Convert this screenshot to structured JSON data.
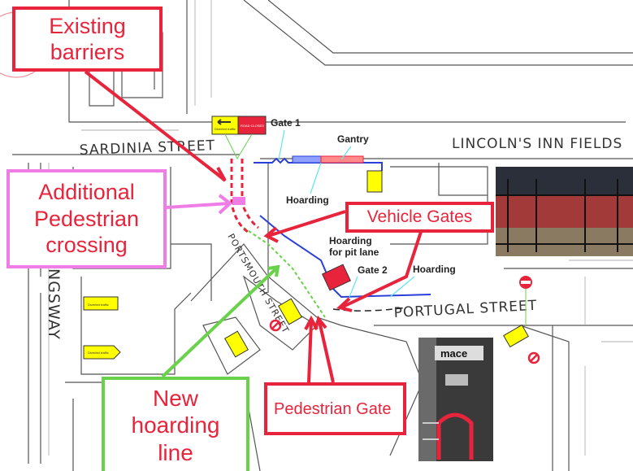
{
  "callouts": {
    "existing_barriers": "Existing barriers",
    "additional_crossing": "Additional Pedestrian crossing",
    "vehicle_gates": "Vehicle Gates",
    "new_hoarding": "New hoarding line",
    "pedestrian_gate": "Pedestrian Gate"
  },
  "streets": {
    "sardinia": "SARDINIA STREET",
    "lincolns": "LINCOLN'S INN FIELDS",
    "portugal": "PORTUGAL STREET",
    "portsmouth": "PORTSMOUTH STREET",
    "kingsway": "NGSWAY"
  },
  "labels": {
    "gate1": "Gate 1",
    "gantry": "Gantry",
    "hoarding1": "Hoarding",
    "hoarding_pit_1": "Hoarding",
    "hoarding_pit_2": "for pit lane",
    "gate2": "Gate 2",
    "hoarding2": "Hoarding"
  },
  "signs": {
    "diverted": "Diverted traffic",
    "road_closed": "ROAD CLOSED",
    "mace": "mace"
  },
  "colors": {
    "red": "#e8243c",
    "pink": "#f07ce6",
    "green": "#6ad14a",
    "blue": "#2a3fd8",
    "sign_yellow": "#ffff00"
  }
}
